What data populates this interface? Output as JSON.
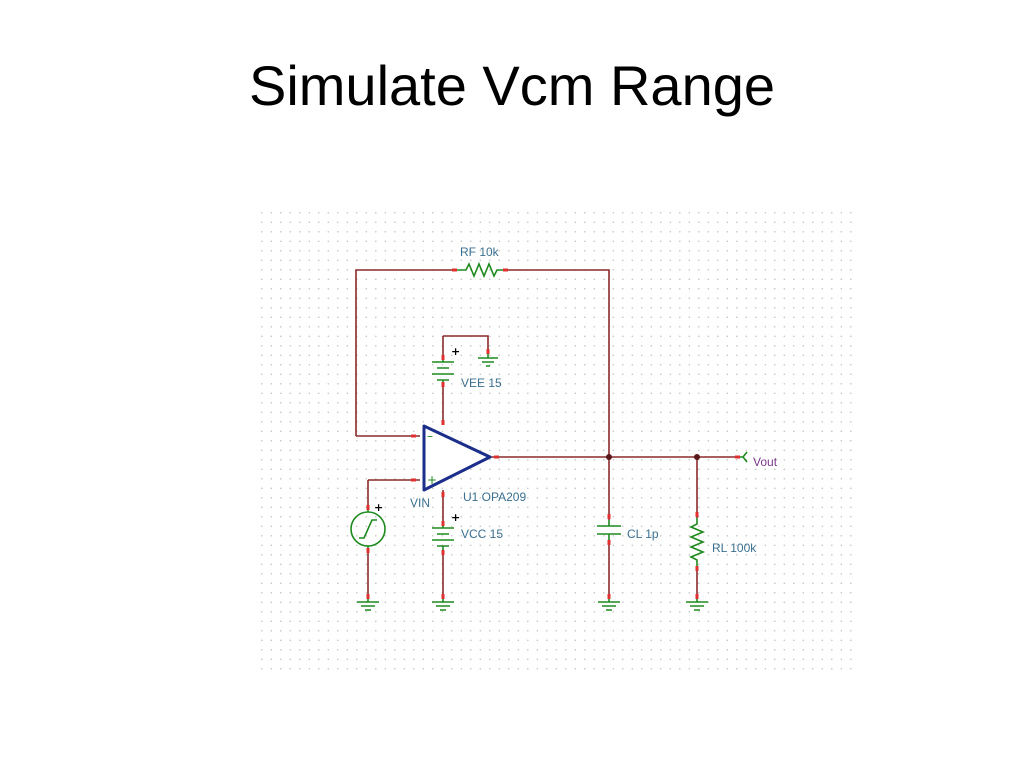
{
  "slide": {
    "title": "Simulate Vcm Range"
  },
  "schematic": {
    "components": {
      "rf": {
        "ref": "RF 10k"
      },
      "vee": {
        "ref": "VEE 15"
      },
      "vcc": {
        "ref": "VCC 15"
      },
      "opamp": {
        "ref": "U1 OPA209",
        "minus": "–",
        "plus": "+"
      },
      "vin": {
        "ref": "VIN"
      },
      "cl": {
        "ref": "CL 1p"
      },
      "rl": {
        "ref": "RL 100k"
      },
      "vout": {
        "ref": "Vout"
      }
    },
    "polarity": {
      "plus": "+"
    }
  }
}
